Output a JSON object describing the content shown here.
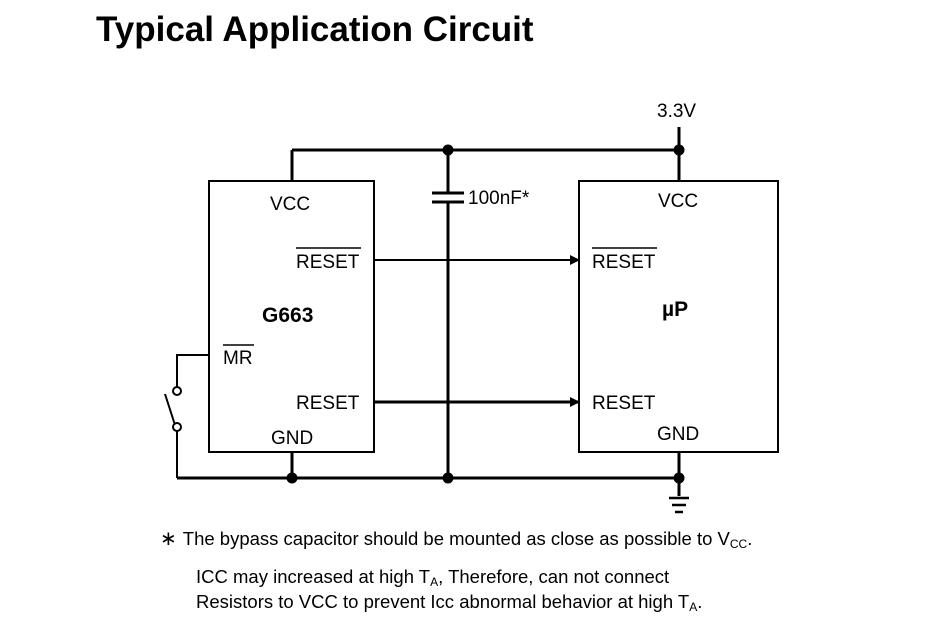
{
  "title": "Typical Application Circuit",
  "supply_label": "3.3V",
  "capacitor_label": "100nF*",
  "chip_left": {
    "name": "G663",
    "pin_vcc": "VCC",
    "pin_reset_bar": "RESET",
    "pin_mr_bar": "MR",
    "pin_reset": "RESET",
    "pin_gnd": "GND"
  },
  "chip_right": {
    "name": "µP",
    "pin_vcc": "VCC",
    "pin_reset_bar": "RESET",
    "pin_reset": "RESET",
    "pin_gnd": "GND"
  },
  "notes": {
    "star": "∗",
    "note1_text": "The bypass capacitor should be mounted as close as possible to V",
    "note1_sub": "CC",
    "note1_end": ".",
    "note2_text": "ICC may increased at high T",
    "note2_sub": "A",
    "note2_end": ", Therefore, can not connect",
    "note3_text": "Resistors to VCC to prevent Icc abnormal behavior at high T",
    "note3_sub": "A",
    "note3_end": "."
  }
}
